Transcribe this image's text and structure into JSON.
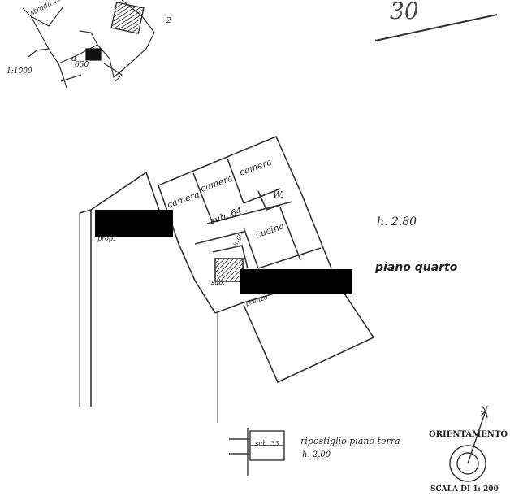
{
  "sheet": {
    "page_number": "30",
    "keymap_scale": "1:1000",
    "keymap_parcel": "650",
    "keymap_parcel_letter": "a",
    "keymap_road": "strada com",
    "keymap_edge_note": "2"
  },
  "floor_plan": {
    "height_label": "h. 2.80",
    "floor_label": "piano quarto",
    "sub_label": "sub. 64",
    "sub_label_2": "sub.",
    "rooms": {
      "camera_left": "camera",
      "camera_center": "camera",
      "camera_right": "camera",
      "bagno": "W.",
      "cucina": "cucina",
      "ingresso": "ingr.",
      "pranzo": "pranzo",
      "proprieta": "prop."
    },
    "redactions": 2
  },
  "ground_floor": {
    "label": "ripostiglio piano terra",
    "height": "h. 2.00",
    "sub": "sub. 33"
  },
  "orientation": {
    "title": "ORIENTAMENTO",
    "north": "N",
    "scale": "SCALA DI 1: 200"
  }
}
